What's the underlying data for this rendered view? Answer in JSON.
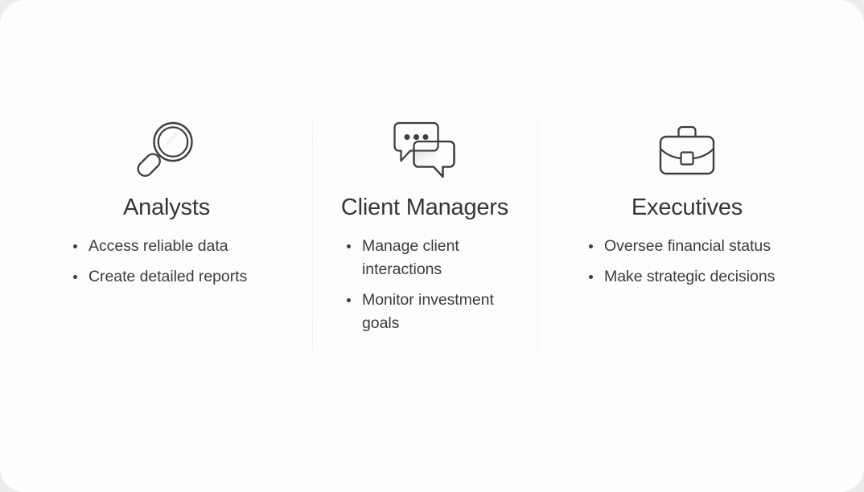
{
  "card": {
    "background_color": "#fdfdfd",
    "page_background_color": "#ececed",
    "icon_stroke_color": "#3c3e44",
    "title_color": "#34363c",
    "text_color": "#3a3c42",
    "divider_color": "#e9e9ea"
  },
  "columns": [
    {
      "id": "analysts",
      "icon": "magnifying-glass-icon",
      "title": "Analysts",
      "bullets": [
        "Access reliable data",
        "Create detailed reports"
      ]
    },
    {
      "id": "client-managers",
      "icon": "speech-bubbles-icon",
      "title": "Client Managers",
      "bullets": [
        "Manage client interactions",
        "Monitor investment goals"
      ]
    },
    {
      "id": "executives",
      "icon": "briefcase-icon",
      "title": "Executives",
      "bullets": [
        "Oversee financial status",
        "Make strategic decisions"
      ]
    }
  ]
}
